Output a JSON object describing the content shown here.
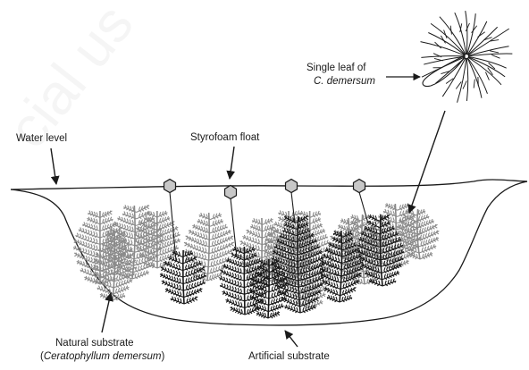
{
  "labels": {
    "single_leaf_line1": "Single leaf of",
    "single_leaf_line2": "C. demersum",
    "water_level": "Water level",
    "styrofoam_float": "Styrofoam float",
    "natural_line1": "Natural substrate",
    "natural_open_paren": "(",
    "natural_line2_italic": "Ceratophyllum demersum",
    "natural_close_paren": ")",
    "artificial": "Artificial substrate"
  },
  "watermark": "cial us",
  "colors": {
    "ink": "#1a1a1a",
    "dark_substrate": "#161616",
    "light_substrate": "#8a8a8a",
    "float_fill": "#c8c8c8",
    "watermark": "#cccccc"
  },
  "icons": {
    "single_leaf": "whorled-leaf-icon",
    "float": "hexagon-float-icon",
    "substrate": "fern-plant-icon"
  }
}
